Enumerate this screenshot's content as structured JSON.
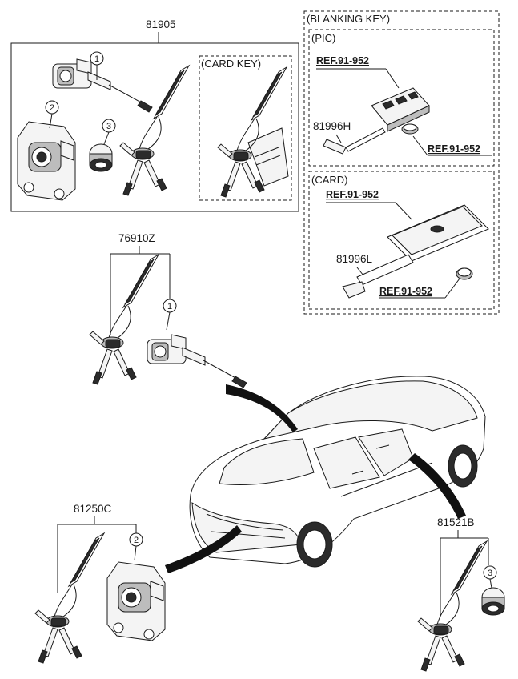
{
  "parts": {
    "lock_set": "81905",
    "card_key_label": "(CARD KEY)",
    "door_key_set": "76910Z",
    "trunk_key_set": "81250C",
    "fuel_key_set": "81521B"
  },
  "blanking_key": {
    "title": "(BLANKING KEY)",
    "pic_label": "(PIC)",
    "pic_ref_top": "REF.91-952",
    "pic_part": "81996H",
    "pic_ref_bottom": "REF.91-952",
    "card_label": "(CARD)",
    "card_ref_top": "REF.91-952",
    "card_part": "81996L",
    "card_ref_bottom": "REF.91-952"
  },
  "callouts": {
    "one": "1",
    "two": "2",
    "three": "3"
  },
  "icons": {
    "door_lock": "door-lock-cylinder-icon",
    "trunk_lock": "trunk-lock-bracket-icon",
    "cap": "lock-cap-icon",
    "key_fob": "key-fob-icon",
    "card_key": "smart-card-icon",
    "vehicle": "sedan-rear-view-icon"
  }
}
